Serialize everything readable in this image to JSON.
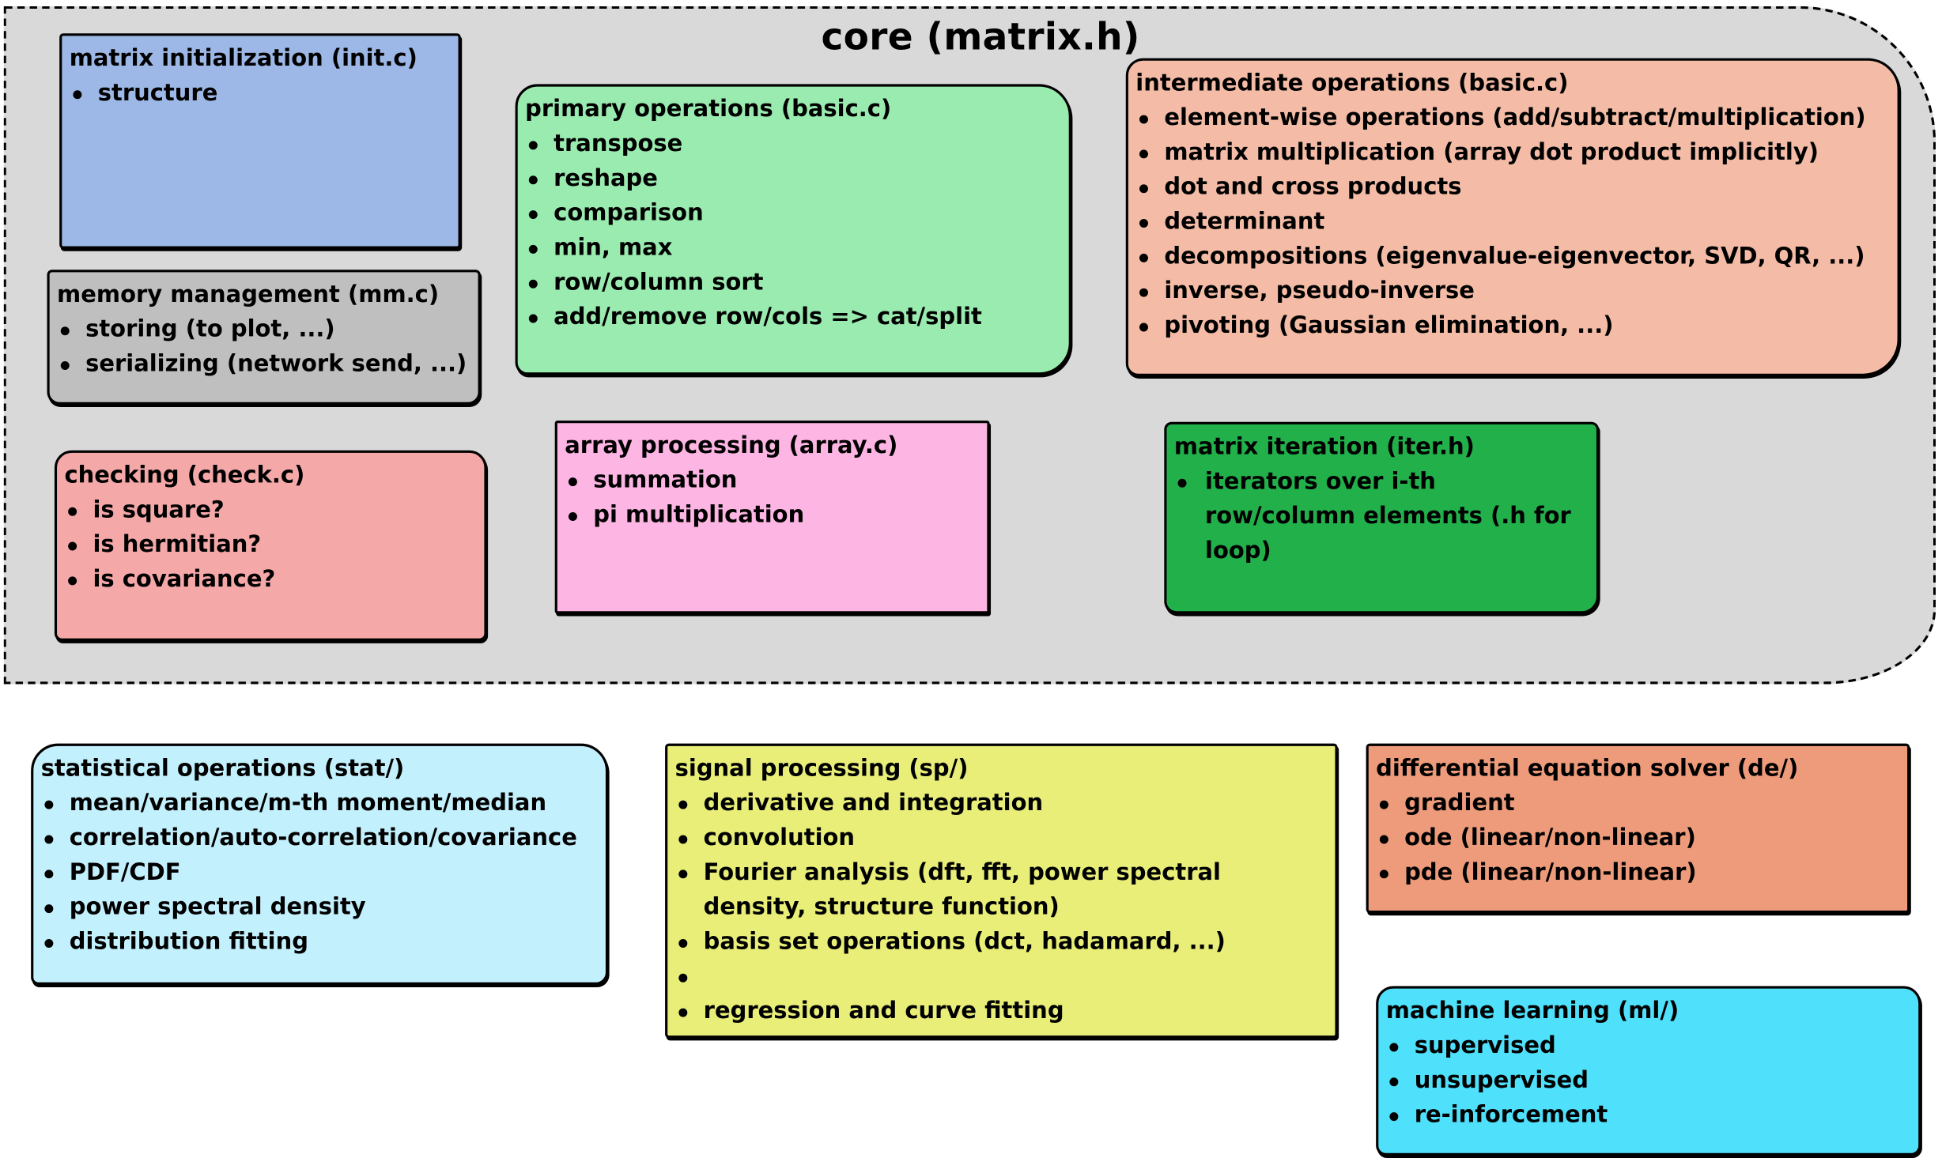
{
  "core": {
    "title": "core (matrix.h)",
    "fill": "#d9d9d9"
  },
  "boxes": {
    "init": {
      "title": "matrix initialization (init.c)",
      "color": "#9db8e6",
      "items": [
        "structure"
      ]
    },
    "mm": {
      "title": "memory management (mm.c)",
      "color": "#bfbfbf",
      "items": [
        "storing (to plot, ...)",
        "serializing (network send, ...)"
      ]
    },
    "check": {
      "title": "checking (check.c)",
      "color": "#f4a8a8",
      "items": [
        "is square?",
        "is hermitian?",
        "is covariance?"
      ]
    },
    "basic": {
      "title": "primary operations (basic.c)",
      "color": "#9aebb0",
      "items": [
        "transpose",
        "reshape",
        "comparison",
        "min, max",
        "row/column sort",
        "add/remove row/cols => cat/split"
      ]
    },
    "array": {
      "title": "array processing (array.c)",
      "color": "#fdb5e3",
      "items": [
        "summation",
        "pi multiplication"
      ]
    },
    "inter": {
      "title": "intermediate operations (basic.c)",
      "color": "#f4bca6",
      "items": [
        "element-wise operations (add/subtract/multiplication)",
        "matrix multiplication (array dot product implicitly)",
        "dot and cross products",
        "determinant",
        "decompositions (eigenvalue-eigenvector, SVD, QR, ...)",
        "inverse, pseudo-inverse",
        "pivoting (Gaussian elimination, ...)"
      ]
    },
    "iter": {
      "title": "matrix iteration (iter.h)",
      "color": "#22b04b",
      "items": [
        "iterators over i-th row/column elements (.h for loop)"
      ]
    },
    "stat": {
      "title": "statistical operations (stat/)",
      "color": "#c3f0fd",
      "items": [
        "mean/variance/m-th moment/median",
        "correlation/auto-correlation/covariance",
        "PDF/CDF",
        "power spectral density",
        "distribution fitting"
      ]
    },
    "sp": {
      "title": "signal processing (sp/)",
      "color": "#e8ee78",
      "items": [
        "derivative and integration",
        "convolution",
        "Fourier analysis (dft, fft, power spectral density, structure function)",
        "basis set operations (dct, hadamard, ...)",
        "",
        "regression and curve fitting"
      ]
    },
    "de": {
      "title": "differential equation solver (de/)",
      "color": "#ee9b7b",
      "items": [
        "gradient",
        "ode (linear/non-linear)",
        "pde (linear/non-linear)"
      ]
    },
    "ml": {
      "title": "machine learning (ml/)",
      "color": "#4fe0fb",
      "items": [
        "supervised",
        "unsupervised",
        "re-inforcement"
      ]
    }
  }
}
